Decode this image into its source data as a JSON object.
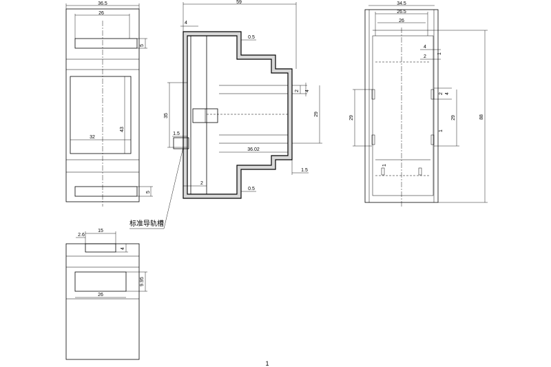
{
  "front_view": {
    "dim_width_total": "36.5",
    "dim_top_window": "26",
    "dim_top_window_height": "5",
    "dim_window_width": "32",
    "dim_window_height": "43",
    "dim_bottom_slot_height": "5"
  },
  "side_view": {
    "dim_total_depth": "59",
    "dim_rail_lip": "4",
    "dim_wall_top": "0.5",
    "dim_height_35": "35",
    "dim_clip_small": "2",
    "dim_clip_large": "4",
    "dim_inner_29": "29",
    "dim_rail_offset": "1.5",
    "dim_inner_depth": "36.02",
    "dim_base_wall": "2",
    "dim_front_wall": "1.5",
    "dim_wall_bottom": "0.5",
    "annotation": "标准导轨槽"
  },
  "right_view": {
    "dim_outer_width": "34.5",
    "dim_mid_width": "26.5",
    "dim_inner_width": "26",
    "dim_tab_4": "4",
    "dim_tab_2": "2",
    "dim_tab_1": "1",
    "dim_clip_2": "2",
    "dim_clip_4": "4",
    "dim_left_29": "29",
    "dim_right_29": "29",
    "dim_total_height": "88",
    "dim_low_1": "1",
    "dim_low_1b": "1"
  },
  "bottom_view": {
    "dim_edge": "2.6",
    "dim_slot_width": "15",
    "dim_slot_height": "4",
    "dim_window_height": "9.95",
    "dim_window_width": "26"
  },
  "page_number": "1"
}
